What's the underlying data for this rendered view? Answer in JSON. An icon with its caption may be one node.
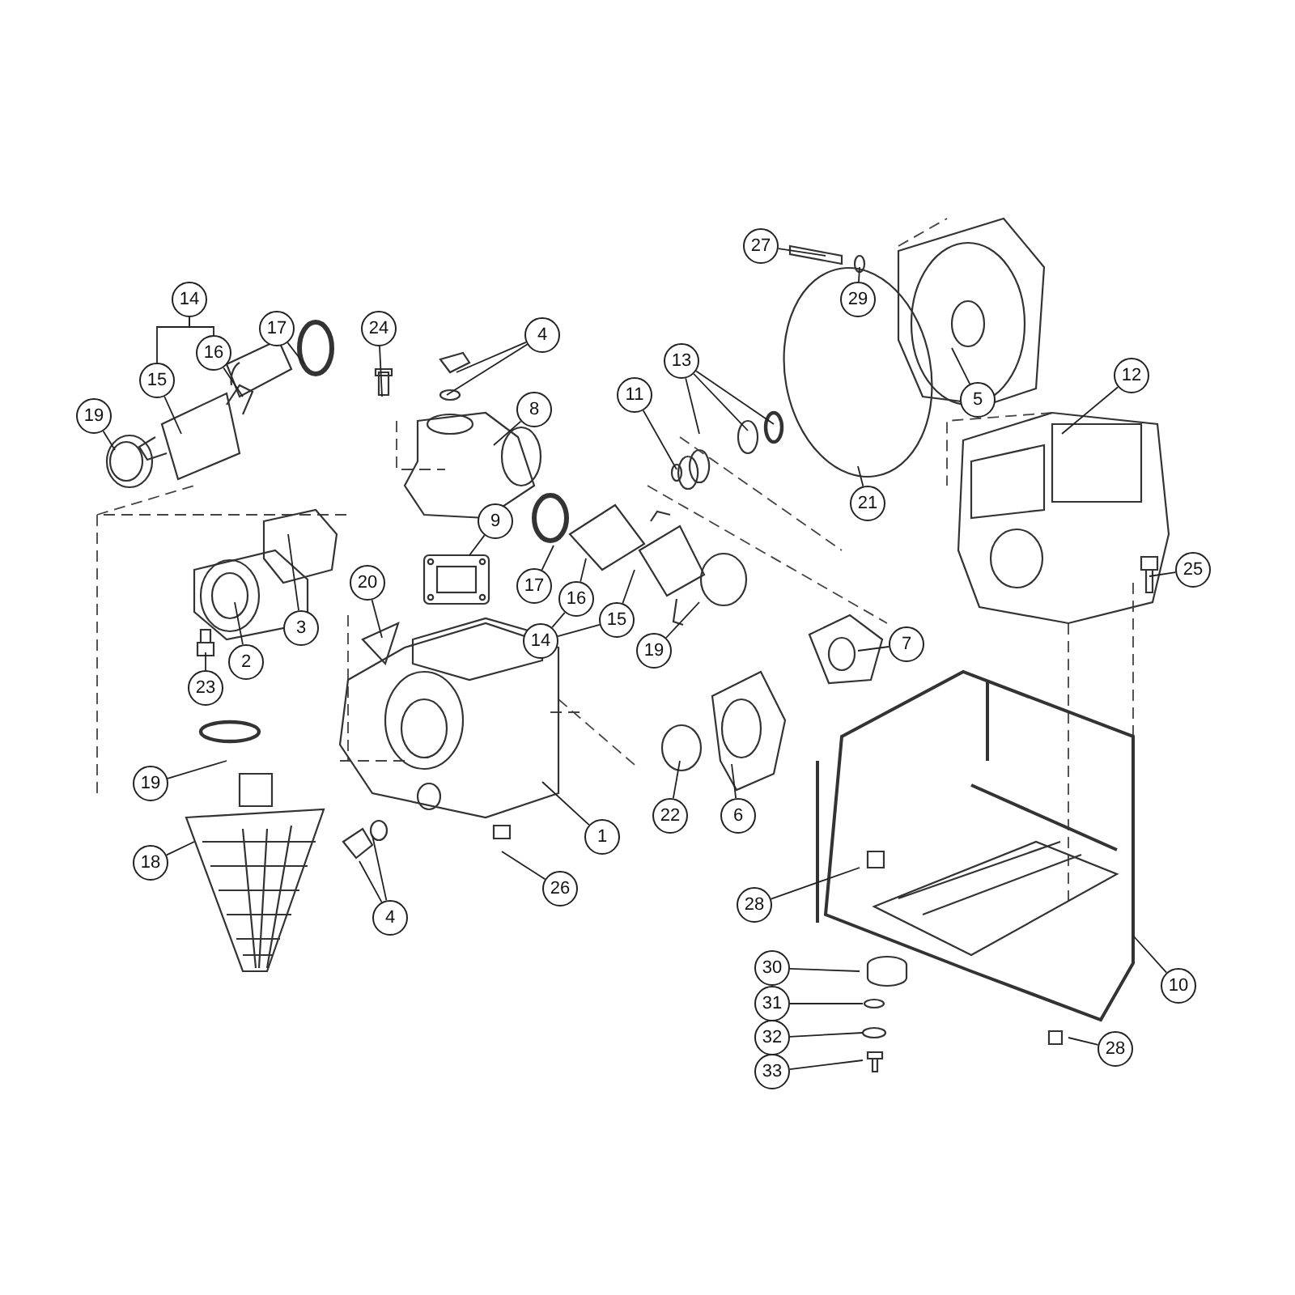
{
  "diagram": {
    "nodes": [
      {
        "text": [
          "14"
        ]
      },
      {
        "text": [
          "16"
        ]
      },
      {
        "text": [
          "17"
        ]
      },
      {
        "text": [
          "15"
        ]
      },
      {
        "text": [
          "19"
        ]
      },
      {
        "text": [
          "24"
        ]
      },
      {
        "text": [
          "4"
        ]
      },
      {
        "text": [
          "8"
        ]
      },
      {
        "text": [
          "9"
        ]
      },
      {
        "text": [
          "17"
        ]
      },
      {
        "text": [
          "16"
        ]
      },
      {
        "text": [
          "14"
        ]
      },
      {
        "text": [
          "15"
        ]
      },
      {
        "text": [
          "19"
        ]
      },
      {
        "text": [
          "20"
        ]
      },
      {
        "text": [
          "3"
        ]
      },
      {
        "text": [
          "2"
        ]
      },
      {
        "text": [
          "23"
        ]
      },
      {
        "text": [
          "1"
        ]
      },
      {
        "text": [
          "19"
        ]
      },
      {
        "text": [
          "18"
        ]
      },
      {
        "text": [
          "4"
        ]
      },
      {
        "text": [
          "26"
        ]
      },
      {
        "text": [
          "22"
        ]
      },
      {
        "text": [
          "6"
        ]
      },
      {
        "text": [
          "7"
        ]
      },
      {
        "text": [
          "11"
        ]
      },
      {
        "text": [
          "13"
        ]
      },
      {
        "text": [
          "21"
        ]
      },
      {
        "text": [
          "27"
        ]
      },
      {
        "text": [
          "29"
        ]
      },
      {
        "text": [
          "5"
        ]
      },
      {
        "text": [
          "12"
        ]
      },
      {
        "text": [
          "25"
        ]
      },
      {
        "text": [
          "10"
        ]
      },
      {
        "text": [
          "28"
        ]
      },
      {
        "text": [
          "30"
        ]
      },
      {
        "text": [
          "31"
        ]
      },
      {
        "text": [
          "32"
        ]
      },
      {
        "text": [
          "33"
        ]
      },
      {
        "text": [
          "28"
        ]
      }
    ],
    "edges": [
      {
        "from": 0,
        "to": 1,
        "arrow": "none"
      },
      {
        "from": 0,
        "to": 3,
        "arrow": "none"
      },
      {
        "from": 1,
        "to": null,
        "arrow": "none"
      },
      {
        "from": 2,
        "to": null,
        "arrow": "none"
      },
      {
        "from": 3,
        "to": null,
        "arrow": "none"
      },
      {
        "from": 4,
        "to": null,
        "arrow": "none"
      },
      {
        "from": 5,
        "to": null,
        "arrow": "none"
      },
      {
        "from": 6,
        "to": null,
        "arrow": "none"
      },
      {
        "from": 6,
        "to": null,
        "arrow": "none"
      },
      {
        "from": 7,
        "to": null,
        "arrow": "none"
      },
      {
        "from": 8,
        "to": null,
        "arrow": "none"
      },
      {
        "from": 9,
        "to": null,
        "arrow": "none"
      },
      {
        "from": 10,
        "to": null,
        "arrow": "none"
      },
      {
        "from": 11,
        "to": 10,
        "arrow": "none"
      },
      {
        "from": 11,
        "to": 12,
        "arrow": "none"
      },
      {
        "from": 12,
        "to": null,
        "arrow": "none"
      },
      {
        "from": 13,
        "to": null,
        "arrow": "none"
      },
      {
        "from": 14,
        "to": null,
        "arrow": "none"
      },
      {
        "from": 15,
        "to": null,
        "arrow": "none"
      },
      {
        "from": 16,
        "to": null,
        "arrow": "none"
      },
      {
        "from": 17,
        "to": null,
        "arrow": "none"
      },
      {
        "from": 18,
        "to": null,
        "arrow": "none"
      },
      {
        "from": 19,
        "to": null,
        "arrow": "none"
      },
      {
        "from": 20,
        "to": null,
        "arrow": "none"
      },
      {
        "from": 21,
        "to": null,
        "arrow": "none"
      },
      {
        "from": 21,
        "to": null,
        "arrow": "none"
      },
      {
        "from": 22,
        "to": null,
        "arrow": "none"
      },
      {
        "from": 23,
        "to": null,
        "arrow": "none"
      },
      {
        "from": 24,
        "to": null,
        "arrow": "none"
      },
      {
        "from": 25,
        "to": null,
        "arrow": "none"
      },
      {
        "from": 26,
        "to": null,
        "arrow": "none"
      },
      {
        "from": 27,
        "to": null,
        "arrow": "none"
      },
      {
        "from": 27,
        "to": null,
        "arrow": "none"
      },
      {
        "from": 27,
        "to": null,
        "arrow": "none"
      },
      {
        "from": 28,
        "to": null,
        "arrow": "none"
      },
      {
        "from": 29,
        "to": null,
        "arrow": "none"
      },
      {
        "from": 30,
        "to": null,
        "arrow": "none"
      },
      {
        "from": 31,
        "to": null,
        "arrow": "none"
      },
      {
        "from": 32,
        "to": null,
        "arrow": "none"
      },
      {
        "from": 33,
        "to": null,
        "arrow": "none"
      },
      {
        "from": 34,
        "to": null,
        "arrow": "none"
      },
      {
        "from": 35,
        "to": null,
        "arrow": "none"
      },
      {
        "from": 36,
        "to": null,
        "arrow": "none"
      },
      {
        "from": 37,
        "to": null,
        "arrow": "none"
      },
      {
        "from": 38,
        "to": null,
        "arrow": "none"
      },
      {
        "from": 39,
        "to": null,
        "arrow": "none"
      },
      {
        "from": 40,
        "to": null,
        "arrow": "none"
      }
    ]
  }
}
